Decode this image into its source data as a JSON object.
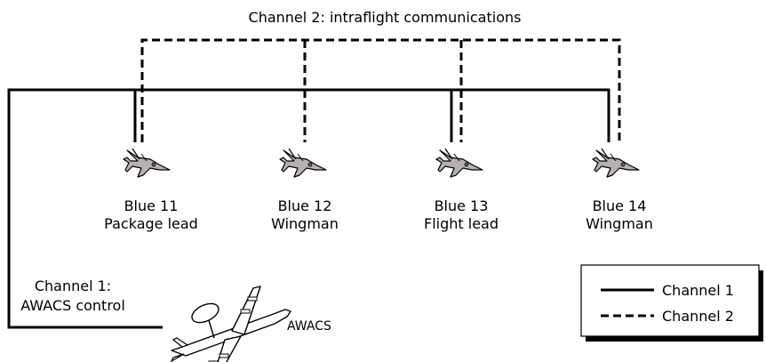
{
  "channel2_title": "Channel 2: intraflight communications",
  "aircraft": [
    {
      "name": "Blue 11",
      "role": "Package lead"
    },
    {
      "name": "Blue 12",
      "role": "Wingman"
    },
    {
      "name": "Blue 13",
      "role": "Flight lead"
    },
    {
      "name": "Blue 14",
      "role": "Wingman"
    }
  ],
  "channel1_label": {
    "line1": "Channel 1:",
    "line2": "AWACS control"
  },
  "awacs_label": "AWACS",
  "legend": {
    "channel1": "Channel 1",
    "channel2": "Channel 2"
  },
  "colors": {
    "jet_body": "#b8b0b0",
    "jet_outline": "#000000",
    "awacs_body": "#ffffff"
  },
  "icons": {
    "fighter": "fighter-jet-icon",
    "awacs": "awacs-aircraft-icon"
  }
}
